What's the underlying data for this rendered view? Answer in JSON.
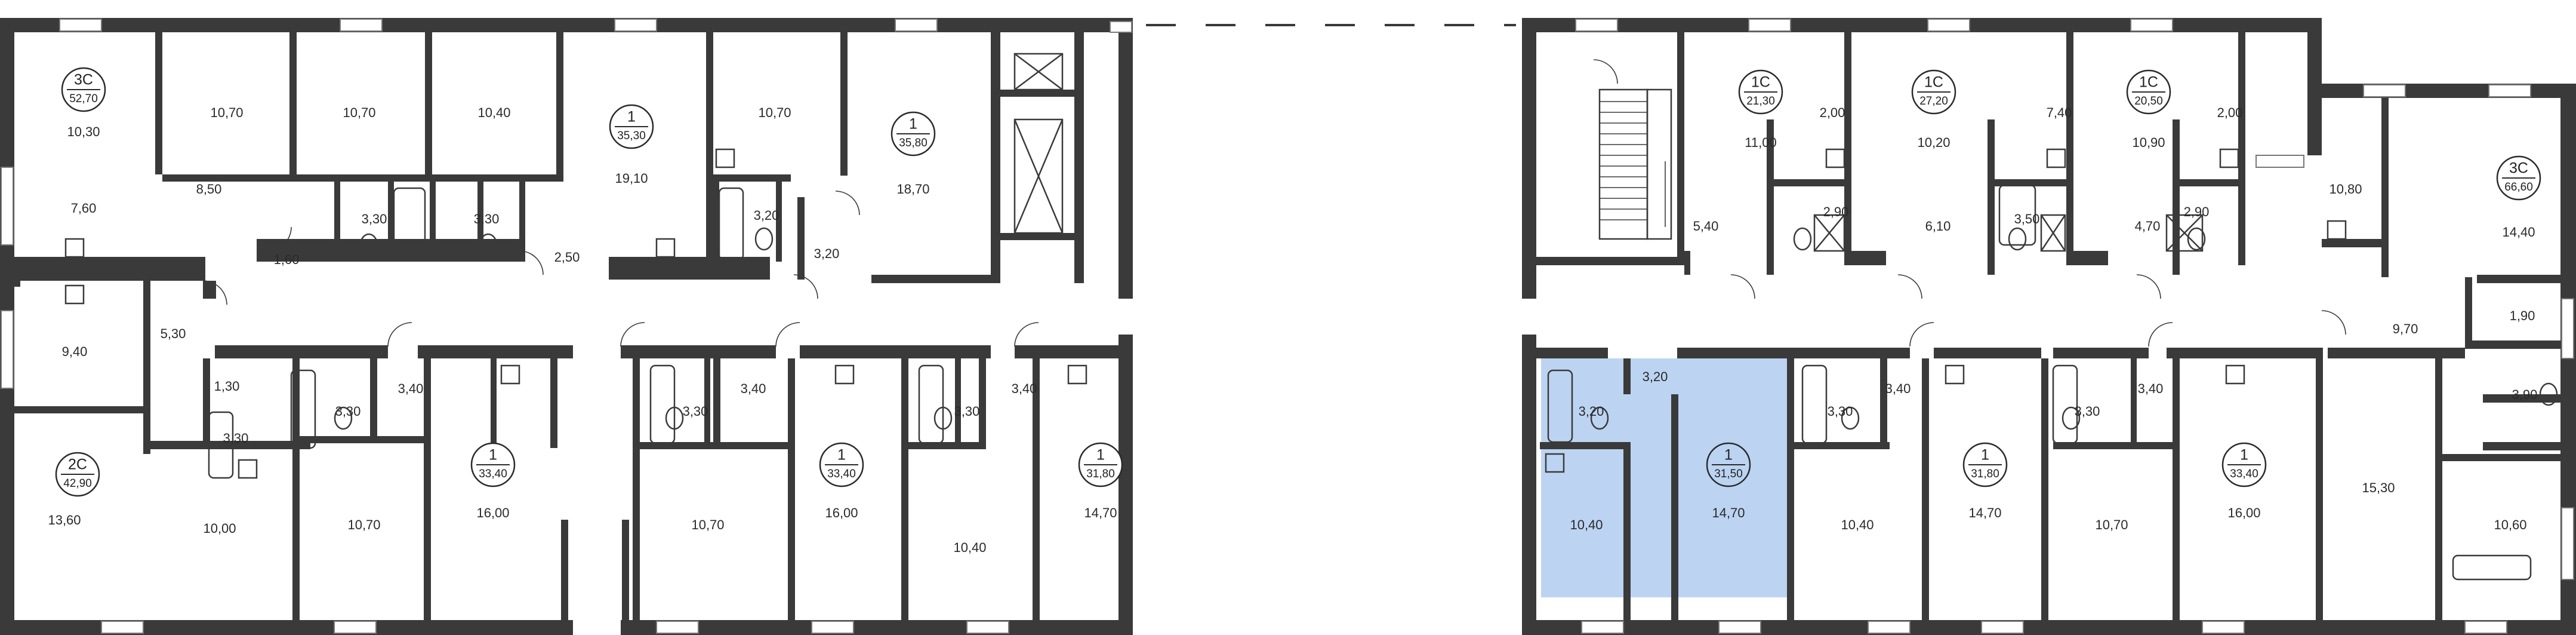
{
  "apartments": [
    {
      "code": "3С",
      "area": "52,70"
    },
    {
      "code": "1",
      "area": "35,30"
    },
    {
      "code": "1",
      "area": "35,80"
    },
    {
      "code": "2С",
      "area": "42,90"
    },
    {
      "code": "1",
      "area": "33,40"
    },
    {
      "code": "1",
      "area": "33,40"
    },
    {
      "code": "1",
      "area": "31,80"
    },
    {
      "code": "1С",
      "area": "21,30"
    },
    {
      "code": "1С",
      "area": "27,20"
    },
    {
      "code": "1С",
      "area": "20,50"
    },
    {
      "code": "3С",
      "area": "66,60"
    },
    {
      "code": "1",
      "area": "31,50",
      "selected": true
    },
    {
      "code": "1",
      "area": "31,80"
    },
    {
      "code": "1",
      "area": "33,40"
    }
  ],
  "rooms": [
    "10,30",
    "10,70",
    "10,70",
    "10,40",
    "19,10",
    "10,70",
    "18,70",
    "7,60",
    "8,50",
    "3,30",
    "3,30",
    "3,20",
    "1,60",
    "2,50",
    "3,20",
    "9,40",
    "5,30",
    "1,30",
    "3,30",
    "3,40",
    "3,30",
    "3,40",
    "3,30",
    "3,40",
    "3,30",
    "13,60",
    "10,00",
    "10,70",
    "16,00",
    "10,70",
    "16,00",
    "10,40",
    "14,70",
    "2,00",
    "11,00",
    "10,20",
    "7,40",
    "2,00",
    "10,90",
    "10,80",
    "14,40",
    "5,40",
    "2,90",
    "6,10",
    "3,50",
    "4,70",
    "2,90",
    "1,90",
    "9,70",
    "3,20",
    "3,20",
    "3,30",
    "3,40",
    "3,30",
    "3,40",
    "3,90",
    "10,40",
    "14,70",
    "10,40",
    "14,70",
    "10,70",
    "16,00",
    "15,30",
    "10,60"
  ]
}
